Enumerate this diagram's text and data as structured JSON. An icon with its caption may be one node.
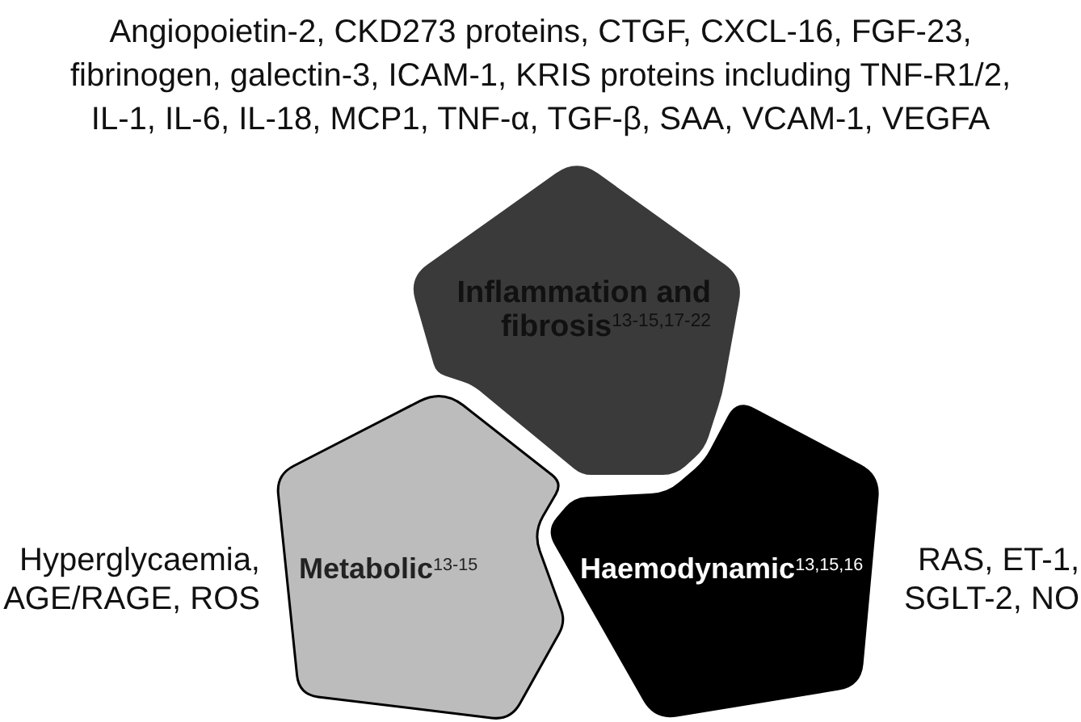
{
  "diagram": {
    "nodes": [
      {
        "text": [
          "Inflammation and fibrosis$^{13-15,17-22}$"
        ],
        "beside": [
          "Angiopoietin-2, CKD273 proteins, CTGF, CXCL-16, FGF-23, fibrinogen, galectin-3, ICAM-1, KRIS proteins including TNF-R1/2, IL-1, IL-6, IL-18, MCP1, TNF-α, TGF-β, SAA, VCAM-1, VEGFA"
        ]
      },
      {
        "text": [
          "Metabolic$^{13-15}$"
        ],
        "beside": [
          "Hyperglycaemia, AGE/RAGE, ROS"
        ]
      },
      {
        "text": [
          "Haemodynamic$^{13,15,16}$"
        ],
        "beside": [
          "RAS, ET-1, SGLT-2, NO"
        ]
      }
    ]
  }
}
